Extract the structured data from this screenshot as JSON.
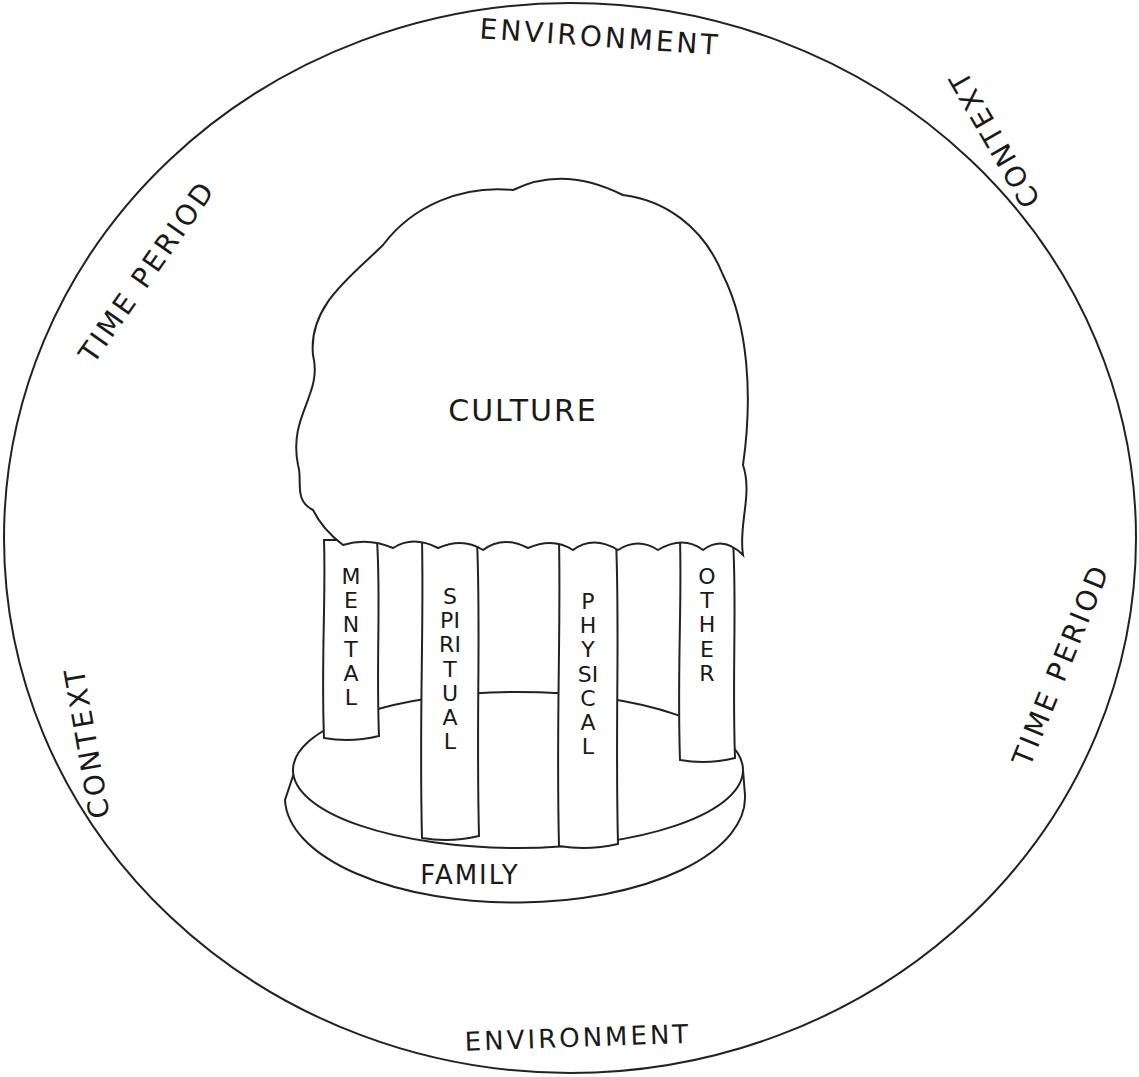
{
  "diagram": {
    "nodes": [
      {
        "text": [
          "ENVIRONMENT",
          "TIME PERIOD",
          "CONTEXT",
          "CONTEXT",
          "TIME PERIOD",
          "ENVIRONMENT"
        ]
      },
      {
        "text": [
          "CULTURE"
        ],
        "in": 0
      },
      {
        "text": [
          "MENTAL"
        ],
        "in": 0
      },
      {
        "text": [
          "SPIRITUAL"
        ],
        "in": 0
      },
      {
        "text": [
          "PHYSICAL"
        ],
        "in": 0
      },
      {
        "text": [
          "OTHER"
        ],
        "in": 0
      },
      {
        "text": [
          "FAMILY"
        ],
        "in": 0
      }
    ]
  }
}
